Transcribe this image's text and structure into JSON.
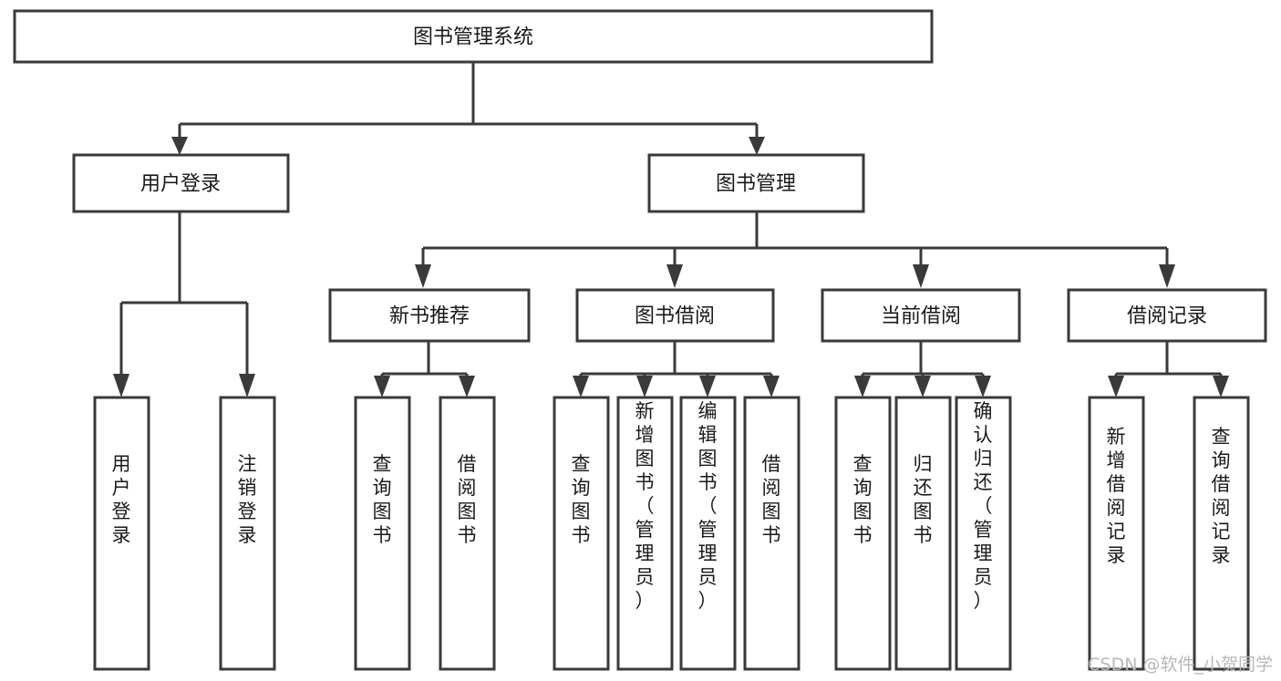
{
  "diagram": {
    "title": "图书管理系统",
    "type": "tree-hierarchy-chart",
    "root": {
      "id": "root",
      "label": "图书管理系统"
    },
    "level2": [
      {
        "id": "user-login",
        "label": "用户登录"
      },
      {
        "id": "book-manage",
        "label": "图书管理"
      }
    ],
    "level3": [
      {
        "id": "new-book-rec",
        "label": "新书推荐",
        "parent": "book-manage"
      },
      {
        "id": "book-borrow",
        "label": "图书借阅",
        "parent": "book-manage"
      },
      {
        "id": "current-borrow",
        "label": "当前借阅",
        "parent": "book-manage"
      },
      {
        "id": "borrow-record",
        "label": "借阅记录",
        "parent": "book-manage"
      }
    ],
    "leaves": [
      {
        "id": "leaf-user-login",
        "label": "用户登录",
        "parent": "user-login"
      },
      {
        "id": "leaf-user-logout",
        "label": "注销登录",
        "parent": "user-login"
      },
      {
        "id": "leaf-query-book-1",
        "label": "查询图书",
        "parent": "new-book-rec"
      },
      {
        "id": "leaf-borrow-book-1",
        "label": "借阅图书",
        "parent": "new-book-rec"
      },
      {
        "id": "leaf-query-book-2",
        "label": "查询图书",
        "parent": "book-borrow"
      },
      {
        "id": "leaf-add-book",
        "label": "新增图书（管理员）",
        "parent": "book-borrow"
      },
      {
        "id": "leaf-edit-book",
        "label": "编辑图书（管理员）",
        "parent": "book-borrow"
      },
      {
        "id": "leaf-borrow-book-2",
        "label": "借阅图书",
        "parent": "book-borrow"
      },
      {
        "id": "leaf-query-book-3",
        "label": "查询图书",
        "parent": "current-borrow"
      },
      {
        "id": "leaf-return-book",
        "label": "归还图书",
        "parent": "current-borrow"
      },
      {
        "id": "leaf-confirm-return",
        "label": "确认归还（管理员）",
        "parent": "current-borrow"
      },
      {
        "id": "leaf-add-record",
        "label": "新增借阅记录",
        "parent": "borrow-record"
      },
      {
        "id": "leaf-query-record",
        "label": "查询借阅记录",
        "parent": "borrow-record"
      }
    ],
    "watermark": "CSDN @软件_小贺同学",
    "colors": {
      "stroke": "#3a3a3a",
      "fill": "#ffffff",
      "text": "#1a1a1a",
      "watermark": "#b8b8b8",
      "background": "#ffffff"
    }
  }
}
